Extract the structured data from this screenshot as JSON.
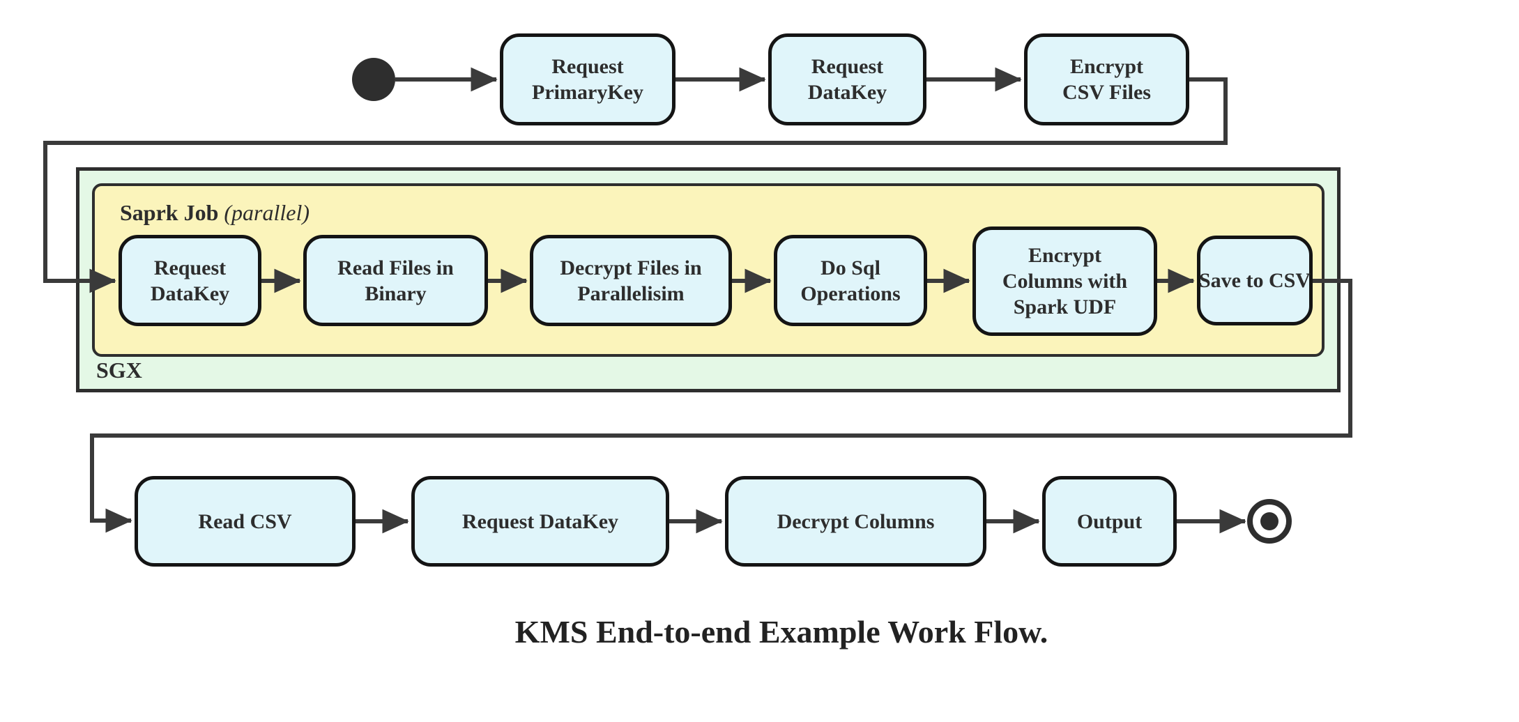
{
  "diagram": {
    "title": "KMS End-to-end Example Work Flow.",
    "colors": {
      "node_fill": "#e0f5fa",
      "node_border": "#141414",
      "sgx_container_fill": "#e4f8e6",
      "spark_container_fill": "#fbf4bb",
      "connector": "#3a3a3a",
      "text": "#2d2d2d"
    },
    "containers": {
      "sgx": {
        "label": "SGX"
      },
      "spark": {
        "label_bold": "Saprk Job",
        "label_italic": "(parallel)"
      }
    },
    "top_row": [
      {
        "lines": [
          "Request",
          "PrimaryKey"
        ]
      },
      {
        "lines": [
          "Request",
          "DataKey"
        ]
      },
      {
        "lines": [
          "Encrypt",
          "CSV Files"
        ]
      }
    ],
    "sgx_row": [
      {
        "lines": [
          "Request",
          "DataKey"
        ]
      },
      {
        "lines": [
          "Read Files in",
          "Binary"
        ]
      },
      {
        "lines": [
          "Decrypt Files in",
          "Parallelisim"
        ]
      },
      {
        "lines": [
          "Do Sql",
          "Operations"
        ]
      },
      {
        "lines": [
          "Encrypt",
          "Columns with",
          "Spark UDF"
        ]
      },
      {
        "lines": [
          "Save to CSV"
        ]
      }
    ],
    "bottom_row": [
      {
        "lines": [
          "Read CSV"
        ]
      },
      {
        "lines": [
          "Request DataKey"
        ]
      },
      {
        "lines": [
          "Decrypt Columns"
        ]
      },
      {
        "lines": [
          "Output"
        ]
      }
    ]
  }
}
